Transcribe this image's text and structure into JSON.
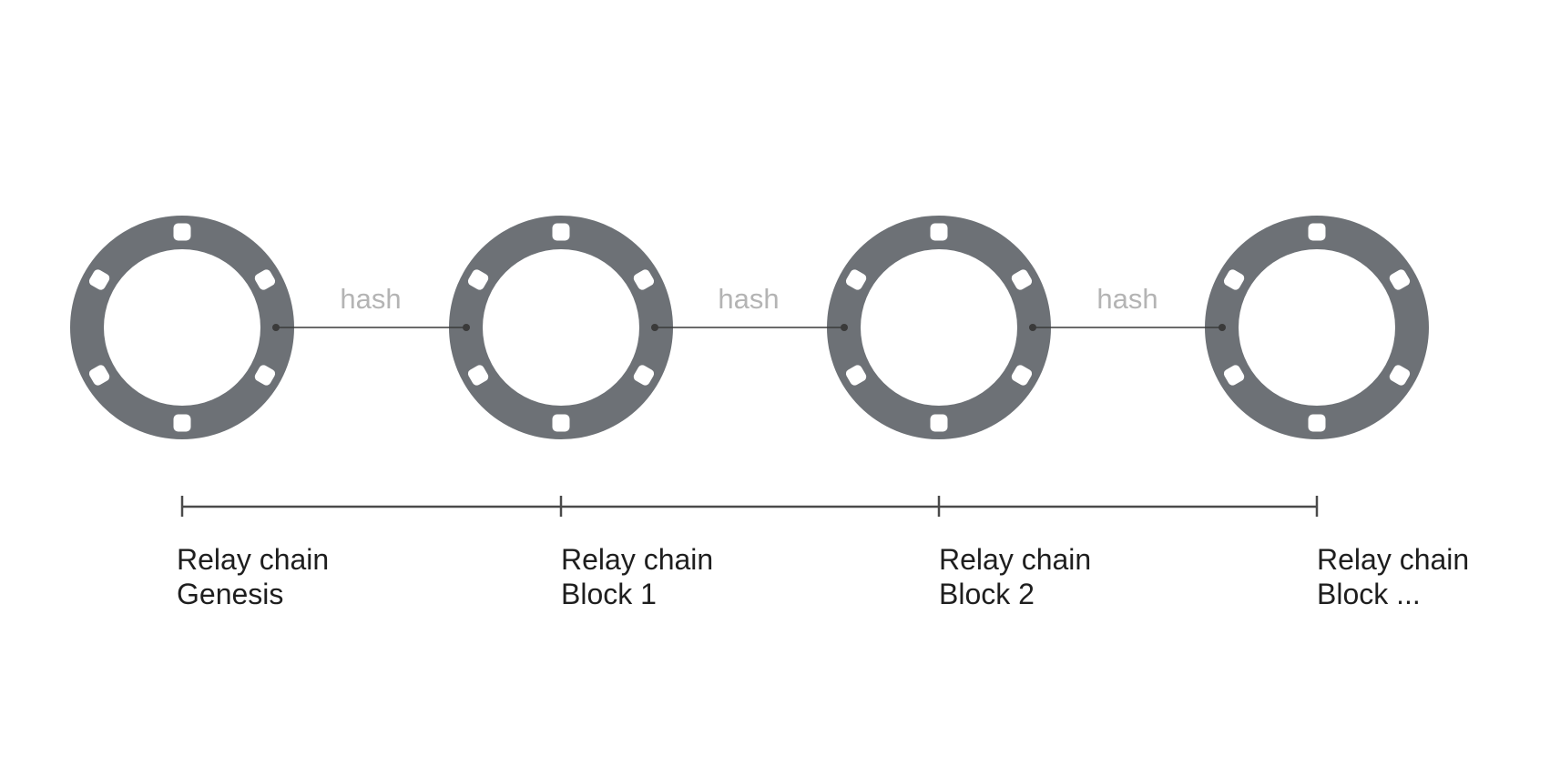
{
  "colors": {
    "ring": "#6d7176",
    "link_line": "#3a3a3a",
    "hash_text": "#b4b4b4",
    "timeline": "#4a4a4a",
    "label_text": "#1e1e1e"
  },
  "links": [
    {
      "label": "hash"
    },
    {
      "label": "hash"
    },
    {
      "label": "hash"
    }
  ],
  "blocks": [
    {
      "line1": "Relay chain",
      "line2": "Genesis"
    },
    {
      "line1": "Relay chain",
      "line2": "Block 1"
    },
    {
      "line1": "Relay chain",
      "line2": "Block 2"
    },
    {
      "line1": "Relay chain",
      "line2": "Block ..."
    }
  ]
}
